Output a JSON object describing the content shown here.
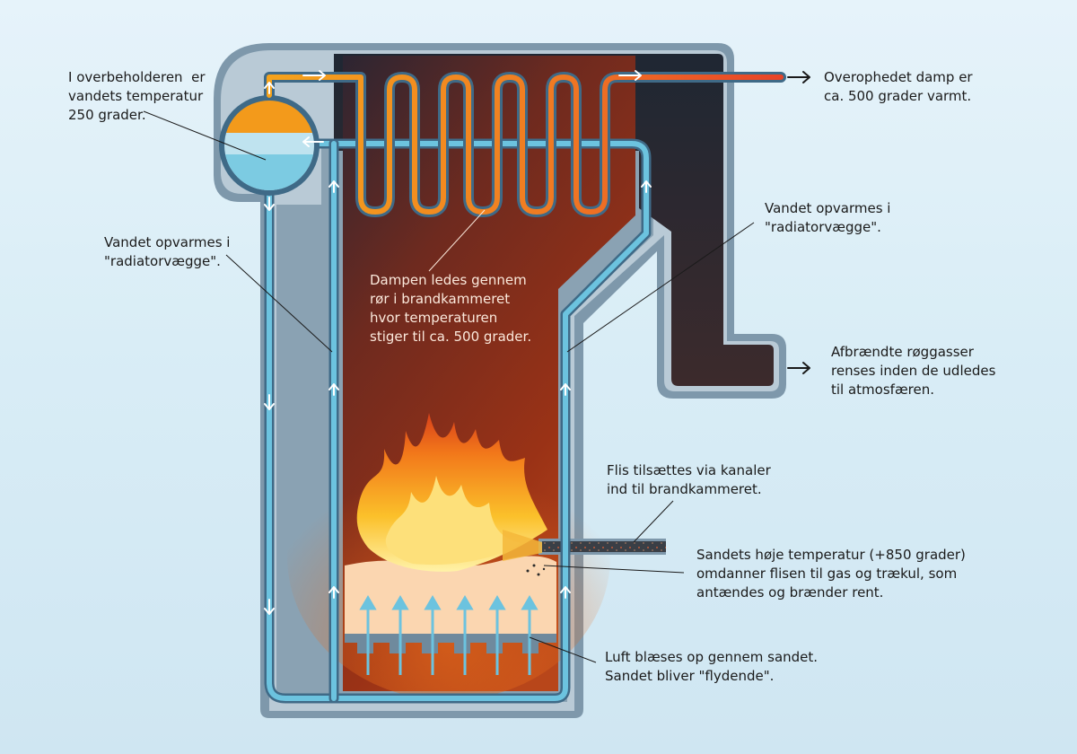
{
  "labels": {
    "overbeholder": "I overbeholderen  er\nvandets temperatur\n250 grader.",
    "overophedet": "Overophedet damp er\nca. 500 grader varmt.",
    "radiator_left": "Vandet opvarmes i\n\"radiatorvægge\".",
    "radiator_right": "Vandet opvarmes i\n\"radiatorvægge\".",
    "dampen": "Dampen ledes gennem\nrør i brandkammeret\nhvor temperaturen\nstiger til ca. 500 grader.",
    "afbraendte": "Afbrændte røggasser\nrenses inden de udledes\ntil atmosfæren.",
    "flis": "Flis tilsættes via kanaler\nind til brandkammeret.",
    "sandets": "Sandets høje temperatur (+850 grader)\nomdanner flisen til gas og trækul, som\nantændes og brænder rent.",
    "luft": "Luft blæses op gennem sandet.\nSandet bliver \"flydende\"."
  },
  "colors": {
    "background": "#dcedf6",
    "casing": "#7e98ab",
    "chamber": "#8a2f1a",
    "water_pipe": "#6cc3df",
    "steam_hot": "#e8452a",
    "steam_warm": "#f39a1b",
    "sand": "#fbd6b0",
    "flame": "#f6a11a"
  }
}
